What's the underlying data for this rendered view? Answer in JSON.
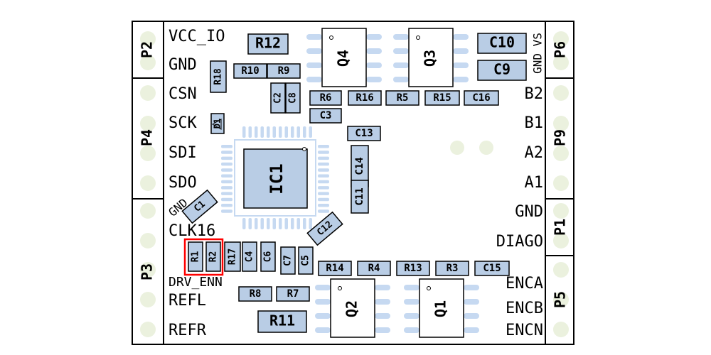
{
  "pins_left": [
    "VCC_IO",
    "GND",
    "CSN",
    "SCK",
    "SDI",
    "SDO",
    "CLK16",
    "DRV_ENN",
    "REFL",
    "REFR"
  ],
  "pins_right": [
    "B2",
    "B1",
    "A2",
    "A1",
    "GND",
    "DIAGO",
    "ENCA",
    "ENCB",
    "ENCN"
  ],
  "gnd_vs_label": "GND VS",
  "gnd_side_label": "GND",
  "headers": [
    "P2",
    "P4",
    "P3",
    "P6",
    "P9",
    "P1",
    "P5"
  ],
  "chip": "IC1",
  "transistors": [
    "Q4",
    "Q3",
    "Q2",
    "Q1"
  ],
  "parts": [
    "R12",
    "C10",
    "C9",
    "R10",
    "R9",
    "R18",
    "C2",
    "C8",
    "R6",
    "R16",
    "R5",
    "R15",
    "C16",
    "C3",
    "D1",
    "C13",
    "C14",
    "C11",
    "C1",
    "C12",
    "R1",
    "R2",
    "R17",
    "C4",
    "C6",
    "C7",
    "C5",
    "R14",
    "R4",
    "R13",
    "R3",
    "C15",
    "R8",
    "R7",
    "R11"
  ],
  "colors": {
    "part": "#b9cde5",
    "pad": "#c6d9f1",
    "header_circle": "#ebf1de",
    "highlight": "#ff0000"
  }
}
